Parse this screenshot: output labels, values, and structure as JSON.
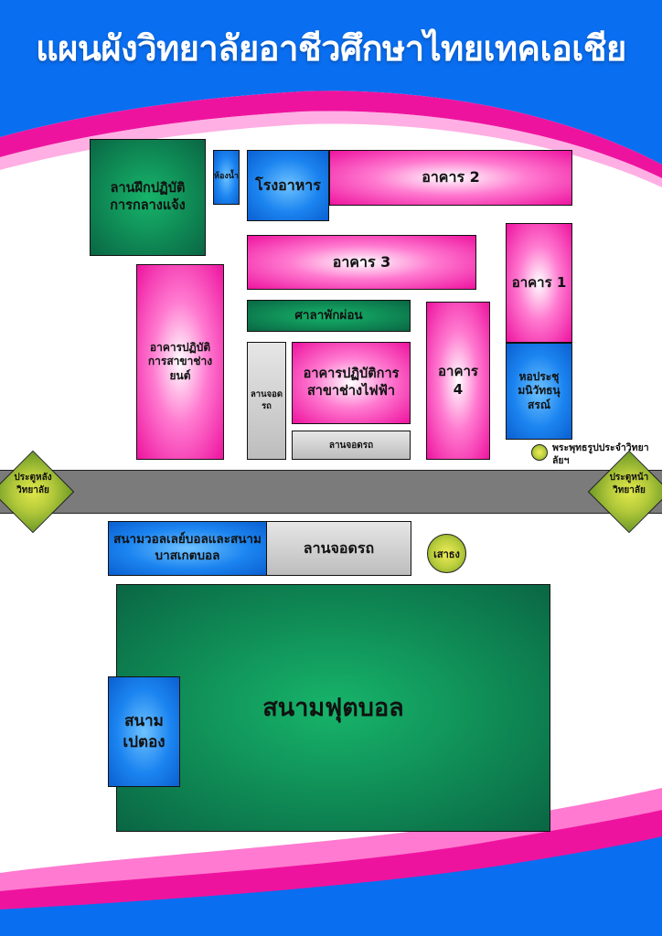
{
  "title": "แผนผังวิทยาลัยอาชีวศึกษาไทยเทคเอเชีย",
  "colors": {
    "header_blue": "#0a6ef0",
    "accent_pink": "#ee139f",
    "building_pink": "#ff7ad0",
    "zone_green": "#0f8a55",
    "zone_blue": "#1b84f0",
    "parking_gray": "#bdbdbd",
    "road_gray": "#7b7b7b",
    "marker_yellow_green": "#b9cd3c"
  },
  "places": {
    "outdoor_training": "ลานฝึกปฏิบัติการกลางแจ้ง",
    "restroom": "ห้องน้ำ",
    "canteen": "โรงอาหาร",
    "building2": "อาคาร 2",
    "building3": "อาคาร 3",
    "building1": "อาคาร 1",
    "auto_workshop": "อาคารปฏิบัติการสาขาช่างยนต์",
    "pavilion": "ศาลาพักผ่อน",
    "parking_vertical": "ลานจอดรถ",
    "electrical_workshop": "อาคารปฏิบัติการสาขาช่างไฟฟ้า",
    "building4": "อาคาร 4",
    "hall": "หอประชุมนิวัทธนุสรณ์",
    "parking_small": "ลานจอดรถ",
    "buddha_statue": "พระพุทธรูปประจำวิทยาลัยฯ",
    "back_gate": "ประตูหลังวิทยาลัย",
    "front_gate": "ประตูหน้าวิทยาลัย",
    "volleyball_basketball": "สนามวอลเลย์บอลและสนามบาสเกตบอล",
    "parking_lower": "ลานจอดรถ",
    "flagpole": "เสาธง",
    "football_field": "สนามฟุตบอล",
    "petanque": "สนามเปตอง"
  }
}
